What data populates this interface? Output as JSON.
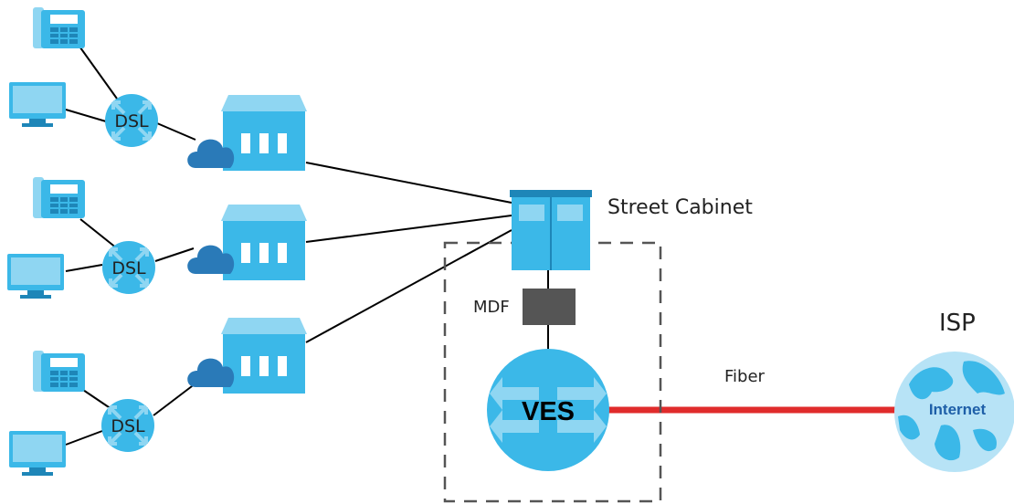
{
  "labels": {
    "dsl": "DSL",
    "street_cabinet": "Street Cabinet",
    "mdf": "MDF",
    "ves": "VES",
    "fiber": "Fiber",
    "isp": "ISP",
    "internet": "Internet"
  },
  "icons": [
    "phone-icon",
    "computer-icon",
    "dsl-hub-icon",
    "building-icon",
    "cloud-icon",
    "street-cabinet-icon",
    "mdf-icon",
    "ves-switch-icon",
    "globe-icon"
  ],
  "colors": {
    "device_blue": "#3bb8e8",
    "device_light": "#8fd6f2",
    "device_dark": "#1e86b8",
    "cloud_blue": "#2a7ab8",
    "mdf_gray": "#555555",
    "fiber_red": "#e02b2b",
    "dashed_border": "#555555",
    "internet_text": "#1e5fa8"
  }
}
